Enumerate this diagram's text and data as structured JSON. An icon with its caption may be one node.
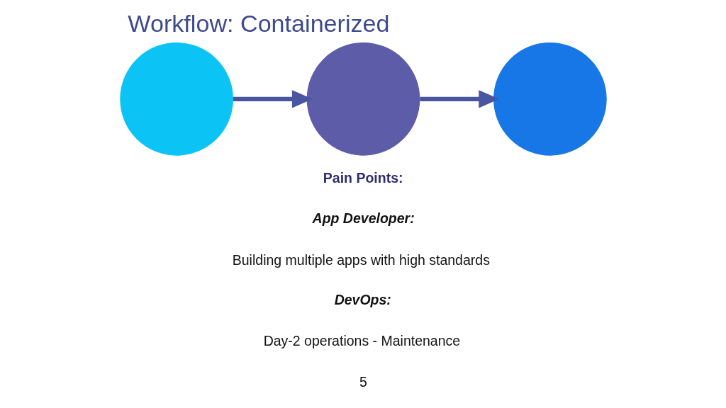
{
  "diagram": {
    "title": "Workflow: Containerized",
    "nodes": [
      {
        "text": [],
        "shape": "circle"
      },
      {
        "text": [],
        "shape": "circle"
      },
      {
        "text": [],
        "shape": "circle"
      }
    ],
    "edges": [
      {
        "from": 0,
        "to": 1,
        "arrow": "to"
      },
      {
        "from": 1,
        "to": 2,
        "arrow": "to"
      }
    ],
    "labels": [
      "Pain Points:",
      "App Developer:",
      "Building multiple apps with high standards",
      "DevOps:",
      "Day-2 operations - Maintenance",
      "5"
    ]
  }
}
